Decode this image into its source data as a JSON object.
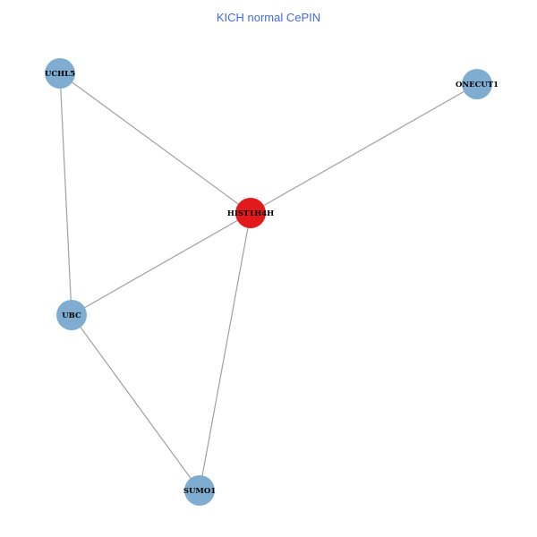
{
  "title": "KICH normal CePIN",
  "colors": {
    "title": "#4169e1",
    "hub_node": "#e31a1c",
    "node": "#7fadd1",
    "edge": "#a0a0a0"
  },
  "nodes": [
    {
      "id": "UCHL5",
      "label": "UCHL5",
      "type": "normal"
    },
    {
      "id": "ONECUT1",
      "label": "ONECUT1",
      "type": "normal"
    },
    {
      "id": "HIST1H4H",
      "label": "HIST1H4H",
      "type": "hub"
    },
    {
      "id": "UBC",
      "label": "UBC",
      "type": "normal"
    },
    {
      "id": "SUMO1",
      "label": "SUMO1",
      "type": "normal"
    }
  ],
  "edges": [
    {
      "source": "UCHL5",
      "target": "HIST1H4H"
    },
    {
      "source": "UCHL5",
      "target": "UBC"
    },
    {
      "source": "ONECUT1",
      "target": "HIST1H4H"
    },
    {
      "source": "HIST1H4H",
      "target": "UBC"
    },
    {
      "source": "HIST1H4H",
      "target": "SUMO1"
    },
    {
      "source": "UBC",
      "target": "SUMO1"
    }
  ]
}
